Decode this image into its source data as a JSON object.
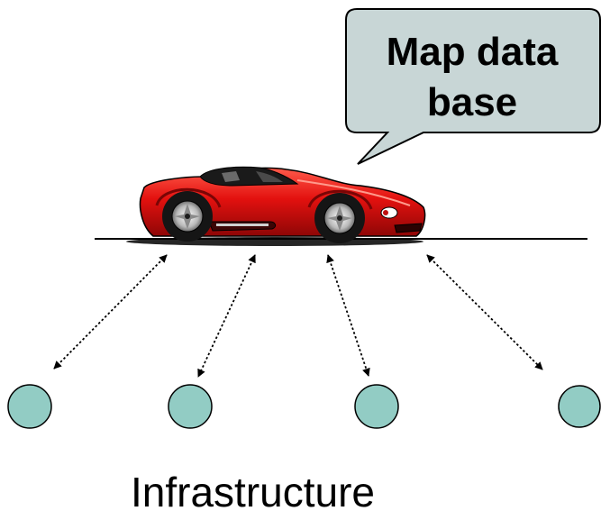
{
  "callout": {
    "line1": "Map data",
    "line2": "base"
  },
  "caption": "Infrastructure",
  "colors": {
    "callout_fill": "#c8d6d6",
    "node_fill": "#92ccc4",
    "car_body": "#e3110f",
    "outline": "#000000"
  },
  "icons": {
    "vehicle": "sports-car-icon",
    "node": "circle-node-icon"
  }
}
